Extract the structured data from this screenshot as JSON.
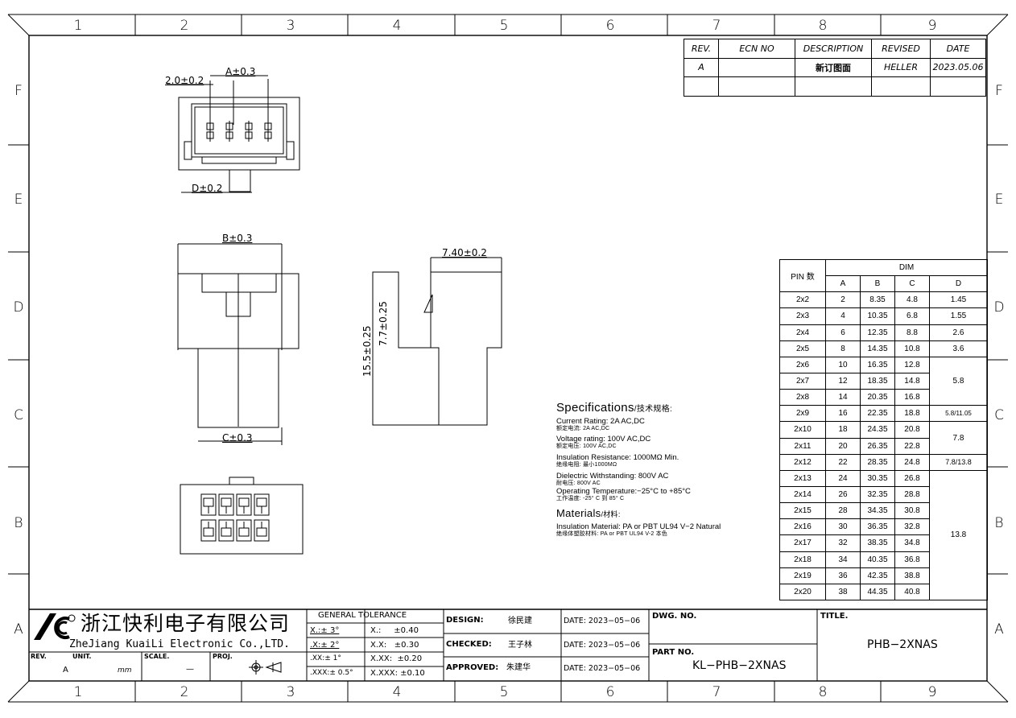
{
  "zones": {
    "columns": [
      "1",
      "2",
      "3",
      "4",
      "5",
      "6",
      "7",
      "8",
      "9"
    ],
    "rows": [
      "F",
      "E",
      "D",
      "C",
      "B",
      "A"
    ]
  },
  "revision_table": {
    "headers": [
      "REV.",
      "ECN NO",
      "DESCRIPTION",
      "REVISED",
      "DATE"
    ],
    "rows": [
      [
        "A",
        "",
        "新订图面",
        "HELLER",
        "2023.05.06"
      ]
    ]
  },
  "dimensions": {
    "pitch": "2.0±0.2",
    "a": "A±0.3",
    "d": "D±0.2",
    "b": "B±0.3",
    "c": "C±0.3",
    "depth": "7.40±0.2",
    "height_upper": "7.7±0.25",
    "height_total": "15.5±0.25"
  },
  "specs": {
    "heading": "Specifications",
    "heading_cn": "/技术规格:",
    "items": [
      {
        "en": "Current Rating: 2A AC,DC",
        "cn": "额定电流: 2A AC,DC"
      },
      {
        "en": "Voltage rating: 100V AC,DC",
        "cn": "额定电压: 100V AC,DC"
      },
      {
        "en": "Insulation Resistance: 1000MΩ Min.",
        "cn": "绝缘电阻: 最小1000MΩ"
      },
      {
        "en": "Dielectric Withstanding:  800V AC",
        "cn": "耐电压: 800V AC"
      },
      {
        "en": "Operating Temperature:−25°C to +85°C",
        "cn": "工作温度: -25° C 到 85° C"
      }
    ],
    "materials_heading": "Materials",
    "materials_heading_cn": "/材料:",
    "material_en": "Insulation Material: PA or PBT UL94 V−2 Natural",
    "material_cn": "绝缘体塑胶材料: PA or PBT UL94 V-2 本色"
  },
  "dim_table": {
    "pin_header": "PIN 数",
    "dim_header": "DIM",
    "col_headers": [
      "A",
      "B",
      "C",
      "D"
    ],
    "rows": [
      [
        "2x2",
        "2",
        "8.35",
        "4.8",
        "1.45"
      ],
      [
        "2x3",
        "4",
        "10.35",
        "6.8",
        "1.55"
      ],
      [
        "2x4",
        "6",
        "12.35",
        "8.8",
        "2.6"
      ],
      [
        "2x5",
        "8",
        "14.35",
        "10.8",
        "3.6"
      ],
      [
        "2x6",
        "10",
        "16.35",
        "12.8",
        ""
      ],
      [
        "2x7",
        "12",
        "18.35",
        "14.8",
        ""
      ],
      [
        "2x8",
        "14",
        "20.35",
        "16.8",
        ""
      ],
      [
        "2x9",
        "16",
        "22.35",
        "18.8",
        ""
      ],
      [
        "2x10",
        "18",
        "24.35",
        "20.8",
        ""
      ],
      [
        "2x11",
        "20",
        "26.35",
        "22.8",
        ""
      ],
      [
        "2x12",
        "22",
        "28.35",
        "24.8",
        ""
      ],
      [
        "2x13",
        "24",
        "30.35",
        "26.8",
        ""
      ],
      [
        "2x14",
        "26",
        "32.35",
        "28.8",
        ""
      ],
      [
        "2x15",
        "28",
        "34.35",
        "30.8",
        ""
      ],
      [
        "2x16",
        "30",
        "36.35",
        "32.8",
        ""
      ],
      [
        "2x17",
        "32",
        "38.35",
        "34.8",
        ""
      ],
      [
        "2x18",
        "34",
        "40.35",
        "36.8",
        ""
      ],
      [
        "2x19",
        "36",
        "42.35",
        "38.8",
        ""
      ],
      [
        "2x20",
        "38",
        "44.35",
        "40.8",
        ""
      ]
    ],
    "merged_d": [
      "5.8",
      "5.8/11.05",
      "7.8",
      "7.8/13.8",
      "13.8"
    ]
  },
  "title_block": {
    "company_cn": "浙江快利电子有限公司",
    "company_en": "ZheJiang KuaiLi Electronic Co.,LTD.",
    "tolerance_title": "GENERAL  TOLERANCE",
    "tolerances": [
      [
        "X.:± 3°",
        "X.:     ±0.40"
      ],
      [
        ".X:± 2°",
        "X.X:   ±0.30"
      ],
      [
        ".XX:± 1°",
        "X.XX:  ±0.20"
      ],
      [
        ".XXX:± 0.5°",
        "X.XXX: ±0.10"
      ]
    ],
    "rev_label": "REV.",
    "rev_value": "A",
    "unit_label": "UNIT.",
    "unit_value": "mm",
    "scale_label": "SCALE.",
    "scale_value": "—",
    "proj_label": "PROJ.",
    "design_label": "DESIGN:",
    "design_name": "徐民建",
    "checked_label": "CHECKED:",
    "checked_name": "王子林",
    "approved_label": "APPROVED:",
    "approved_name": "朱建华",
    "date_label_1": "DATE: 2023−05−06",
    "date_label_2": "DATE: 2023−05−06",
    "date_label_3": "DATE: 2023−05−06",
    "dwg_no_label": "DWG. NO.",
    "part_no_label": "PART NO.",
    "part_no": "KL−PHB−2XNAS",
    "title_label": "TITLE.",
    "title": "PHB−2XNAS"
  }
}
